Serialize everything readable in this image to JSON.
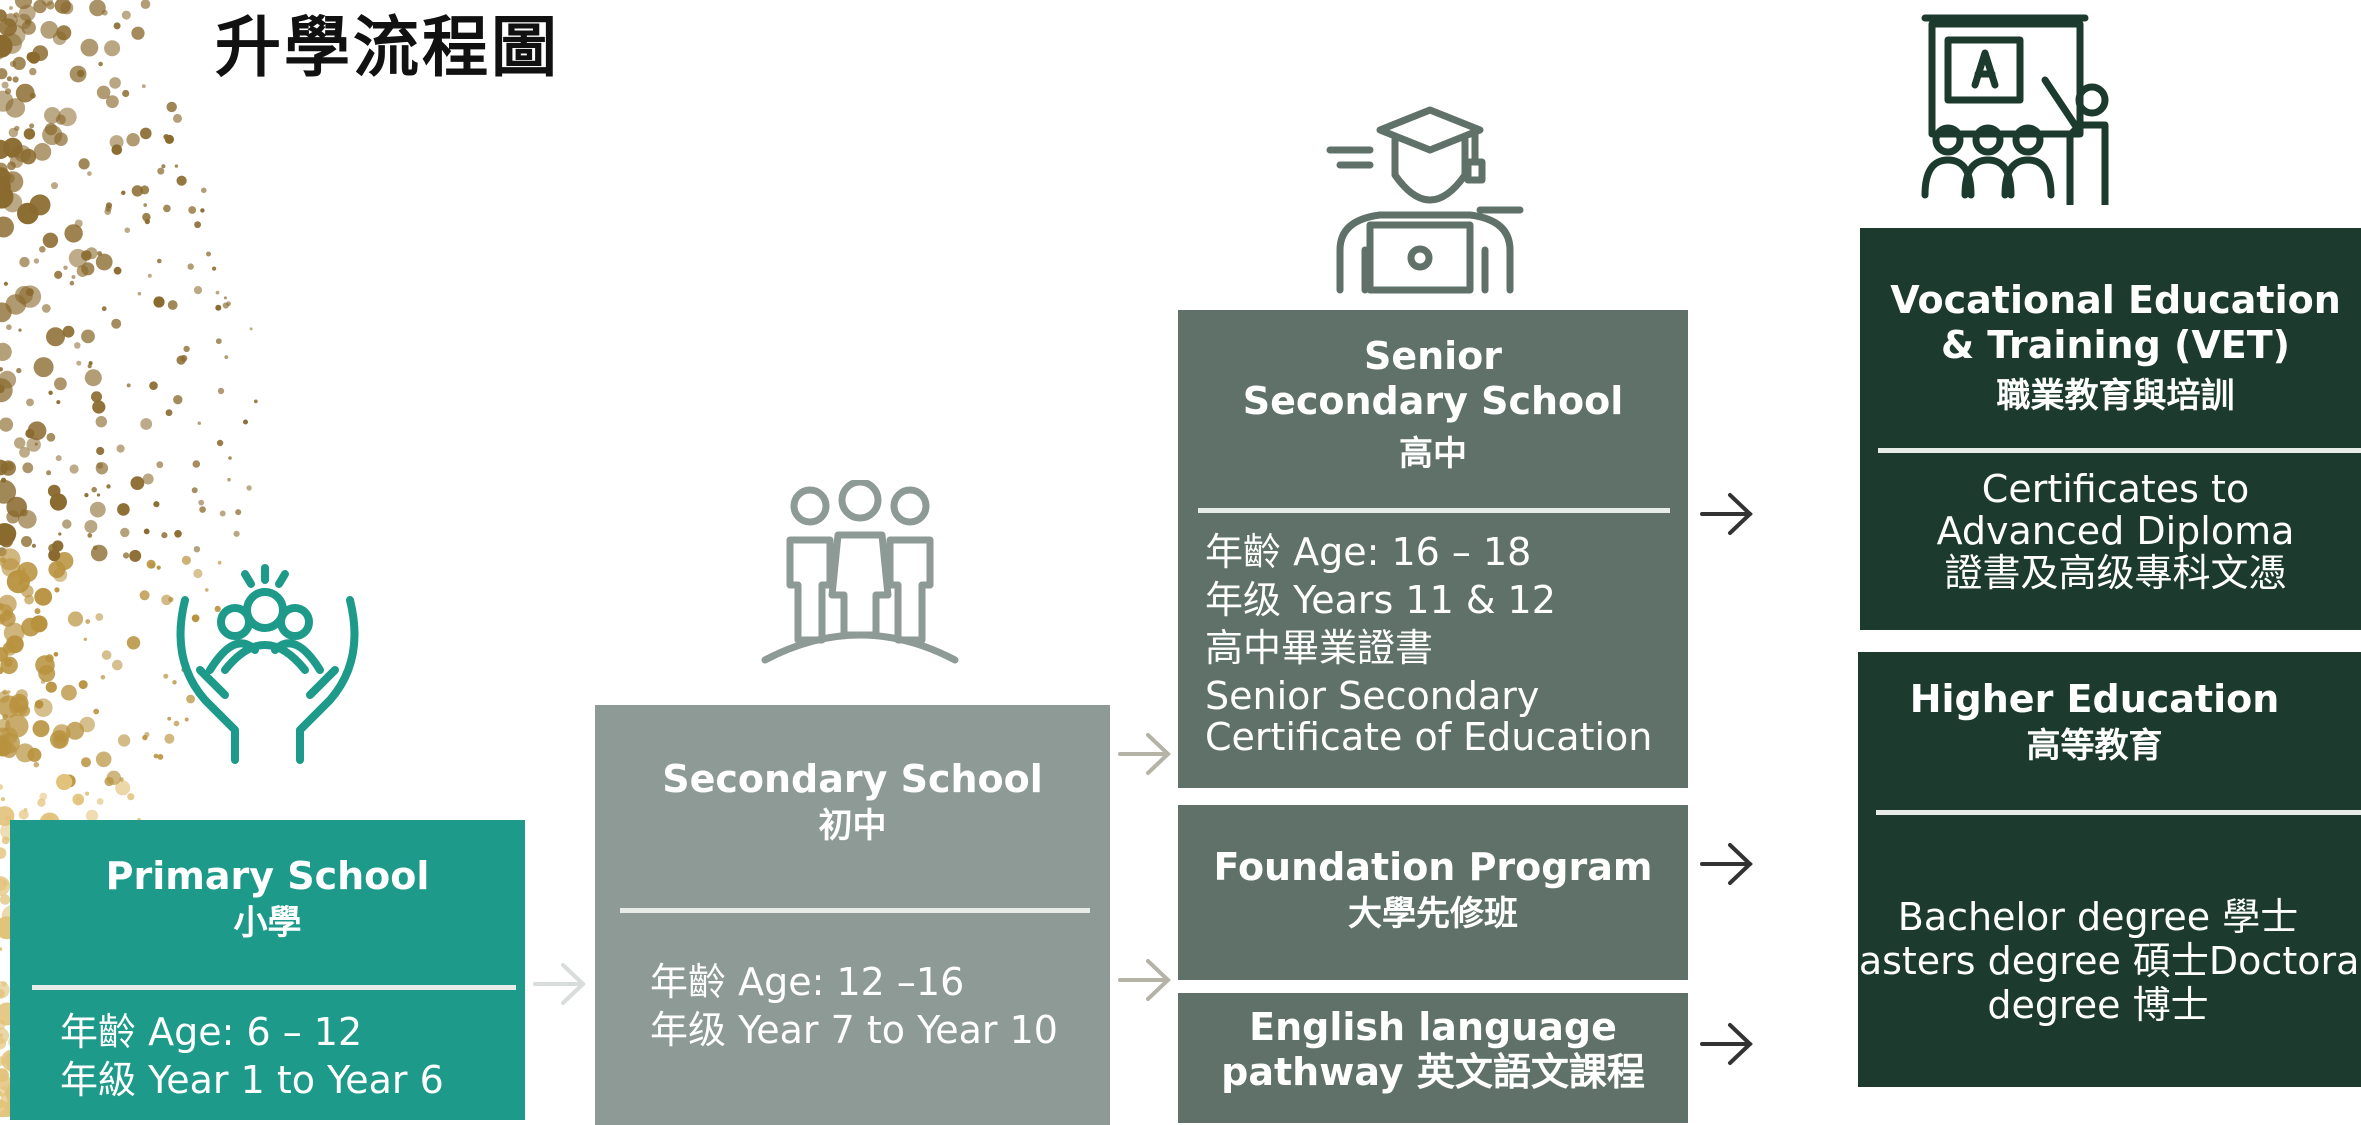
{
  "title": "升學流程圖",
  "primary": {
    "heading": "Primary School",
    "heading_zh": "小學",
    "age": "年齡 Age: 6 – 12",
    "years": "年級 Year 1 to Year 6"
  },
  "secondary": {
    "heading": "Secondary School",
    "heading_zh": "初中",
    "age": "年齡 Age: 12 –16",
    "years": "年级 Year 7 to Year 10"
  },
  "senior": {
    "heading_line1": "Senior",
    "heading_line2": "Secondary School",
    "heading_zh": "高中",
    "age": "年齡 Age: 16 – 18",
    "years": "年级 Years 11 & 12",
    "cert_zh": "高中畢業證書",
    "cert_line1": "Senior Secondary",
    "cert_line2": "Certificate of Education"
  },
  "foundation": {
    "heading": "Foundation Program",
    "heading_zh": "大學先修班"
  },
  "english": {
    "heading_line1": "English language",
    "heading_line2_en": "pathway",
    "heading_line2_zh": "英文語文課程"
  },
  "vet": {
    "heading_line1": "Vocational Education",
    "heading_line2": "& Training (VET)",
    "heading_zh": "職業教育與培訓",
    "detail_line1": "Certificates to",
    "detail_line2": "Advanced Diploma",
    "detail_line3": "證書及高级專科文憑"
  },
  "higher": {
    "heading": "Higher Education",
    "heading_zh": "高等教育",
    "detail_line1": "Bachelor degree 學士",
    "detail_line2": "Masters degree 碩士Doctoral",
    "detail_line3": "degree 博士"
  },
  "colors": {
    "teal": "#1e9a8a",
    "grey": "#8e9a96",
    "slate": "#5f7169",
    "dark": "#1c3a2d",
    "gold": "#b8923e"
  },
  "icons": [
    "hands-people-icon",
    "three-people-hill-icon",
    "graduate-laptop-icon",
    "teacher-classroom-icon",
    "arrow-right-icon"
  ]
}
